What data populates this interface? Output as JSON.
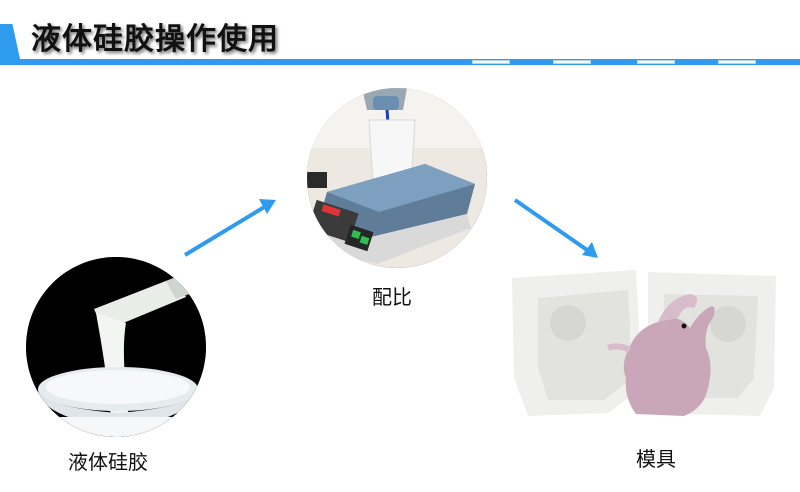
{
  "header": {
    "title": "液体硅胶操作使用",
    "accent_color": "#2e9bef"
  },
  "steps": [
    {
      "id": "silicone",
      "label": "液体硅胶",
      "image": "liquid-silicone-pouring-photo"
    },
    {
      "id": "ratio",
      "label": "配比",
      "image": "scale-weighing-photo"
    },
    {
      "id": "mold",
      "label": "模具",
      "image": "elephant-mold-photo"
    }
  ],
  "arrows": [
    {
      "from": "silicone",
      "to": "ratio",
      "icon": "arrow-up-right-icon"
    },
    {
      "from": "ratio",
      "to": "mold",
      "icon": "arrow-down-right-icon"
    }
  ]
}
